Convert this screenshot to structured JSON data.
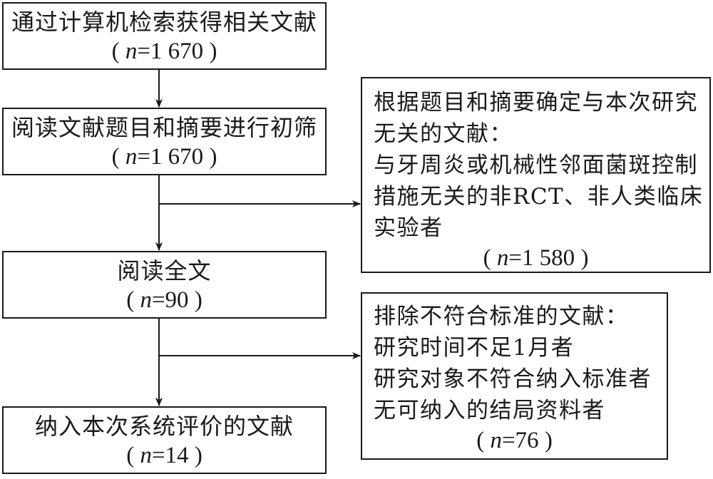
{
  "flow": {
    "main_steps": [
      {
        "title": "通过计算机检索获得相关文献",
        "n_label": "n",
        "n_value": "=1 670"
      },
      {
        "title": "阅读文献题目和摘要进行初筛",
        "n_label": "n",
        "n_value": "=1 670"
      },
      {
        "title": "阅读全文",
        "n_label": "n",
        "n_value": "=90"
      },
      {
        "title": "纳入本次系统评价的文献",
        "n_label": "n",
        "n_value": "=14"
      }
    ],
    "exclusions": [
      {
        "lines": [
          "根据题目和摘要确定与本次研究",
          "无关的文献：",
          "与牙周炎或机械性邻面菌斑控制",
          "措施无关的非RCT、非人类临床",
          "实验者"
        ],
        "n_label": "n",
        "n_value": "=1 580"
      },
      {
        "lines": [
          "排除不符合标准的文献：",
          "研究时间不足1月者",
          "研究对象不符合纳入标准者",
          "无可纳入的结局资料者"
        ],
        "n_label": "n",
        "n_value": "=76"
      }
    ],
    "paren_open": "( ",
    "paren_close": " )"
  }
}
